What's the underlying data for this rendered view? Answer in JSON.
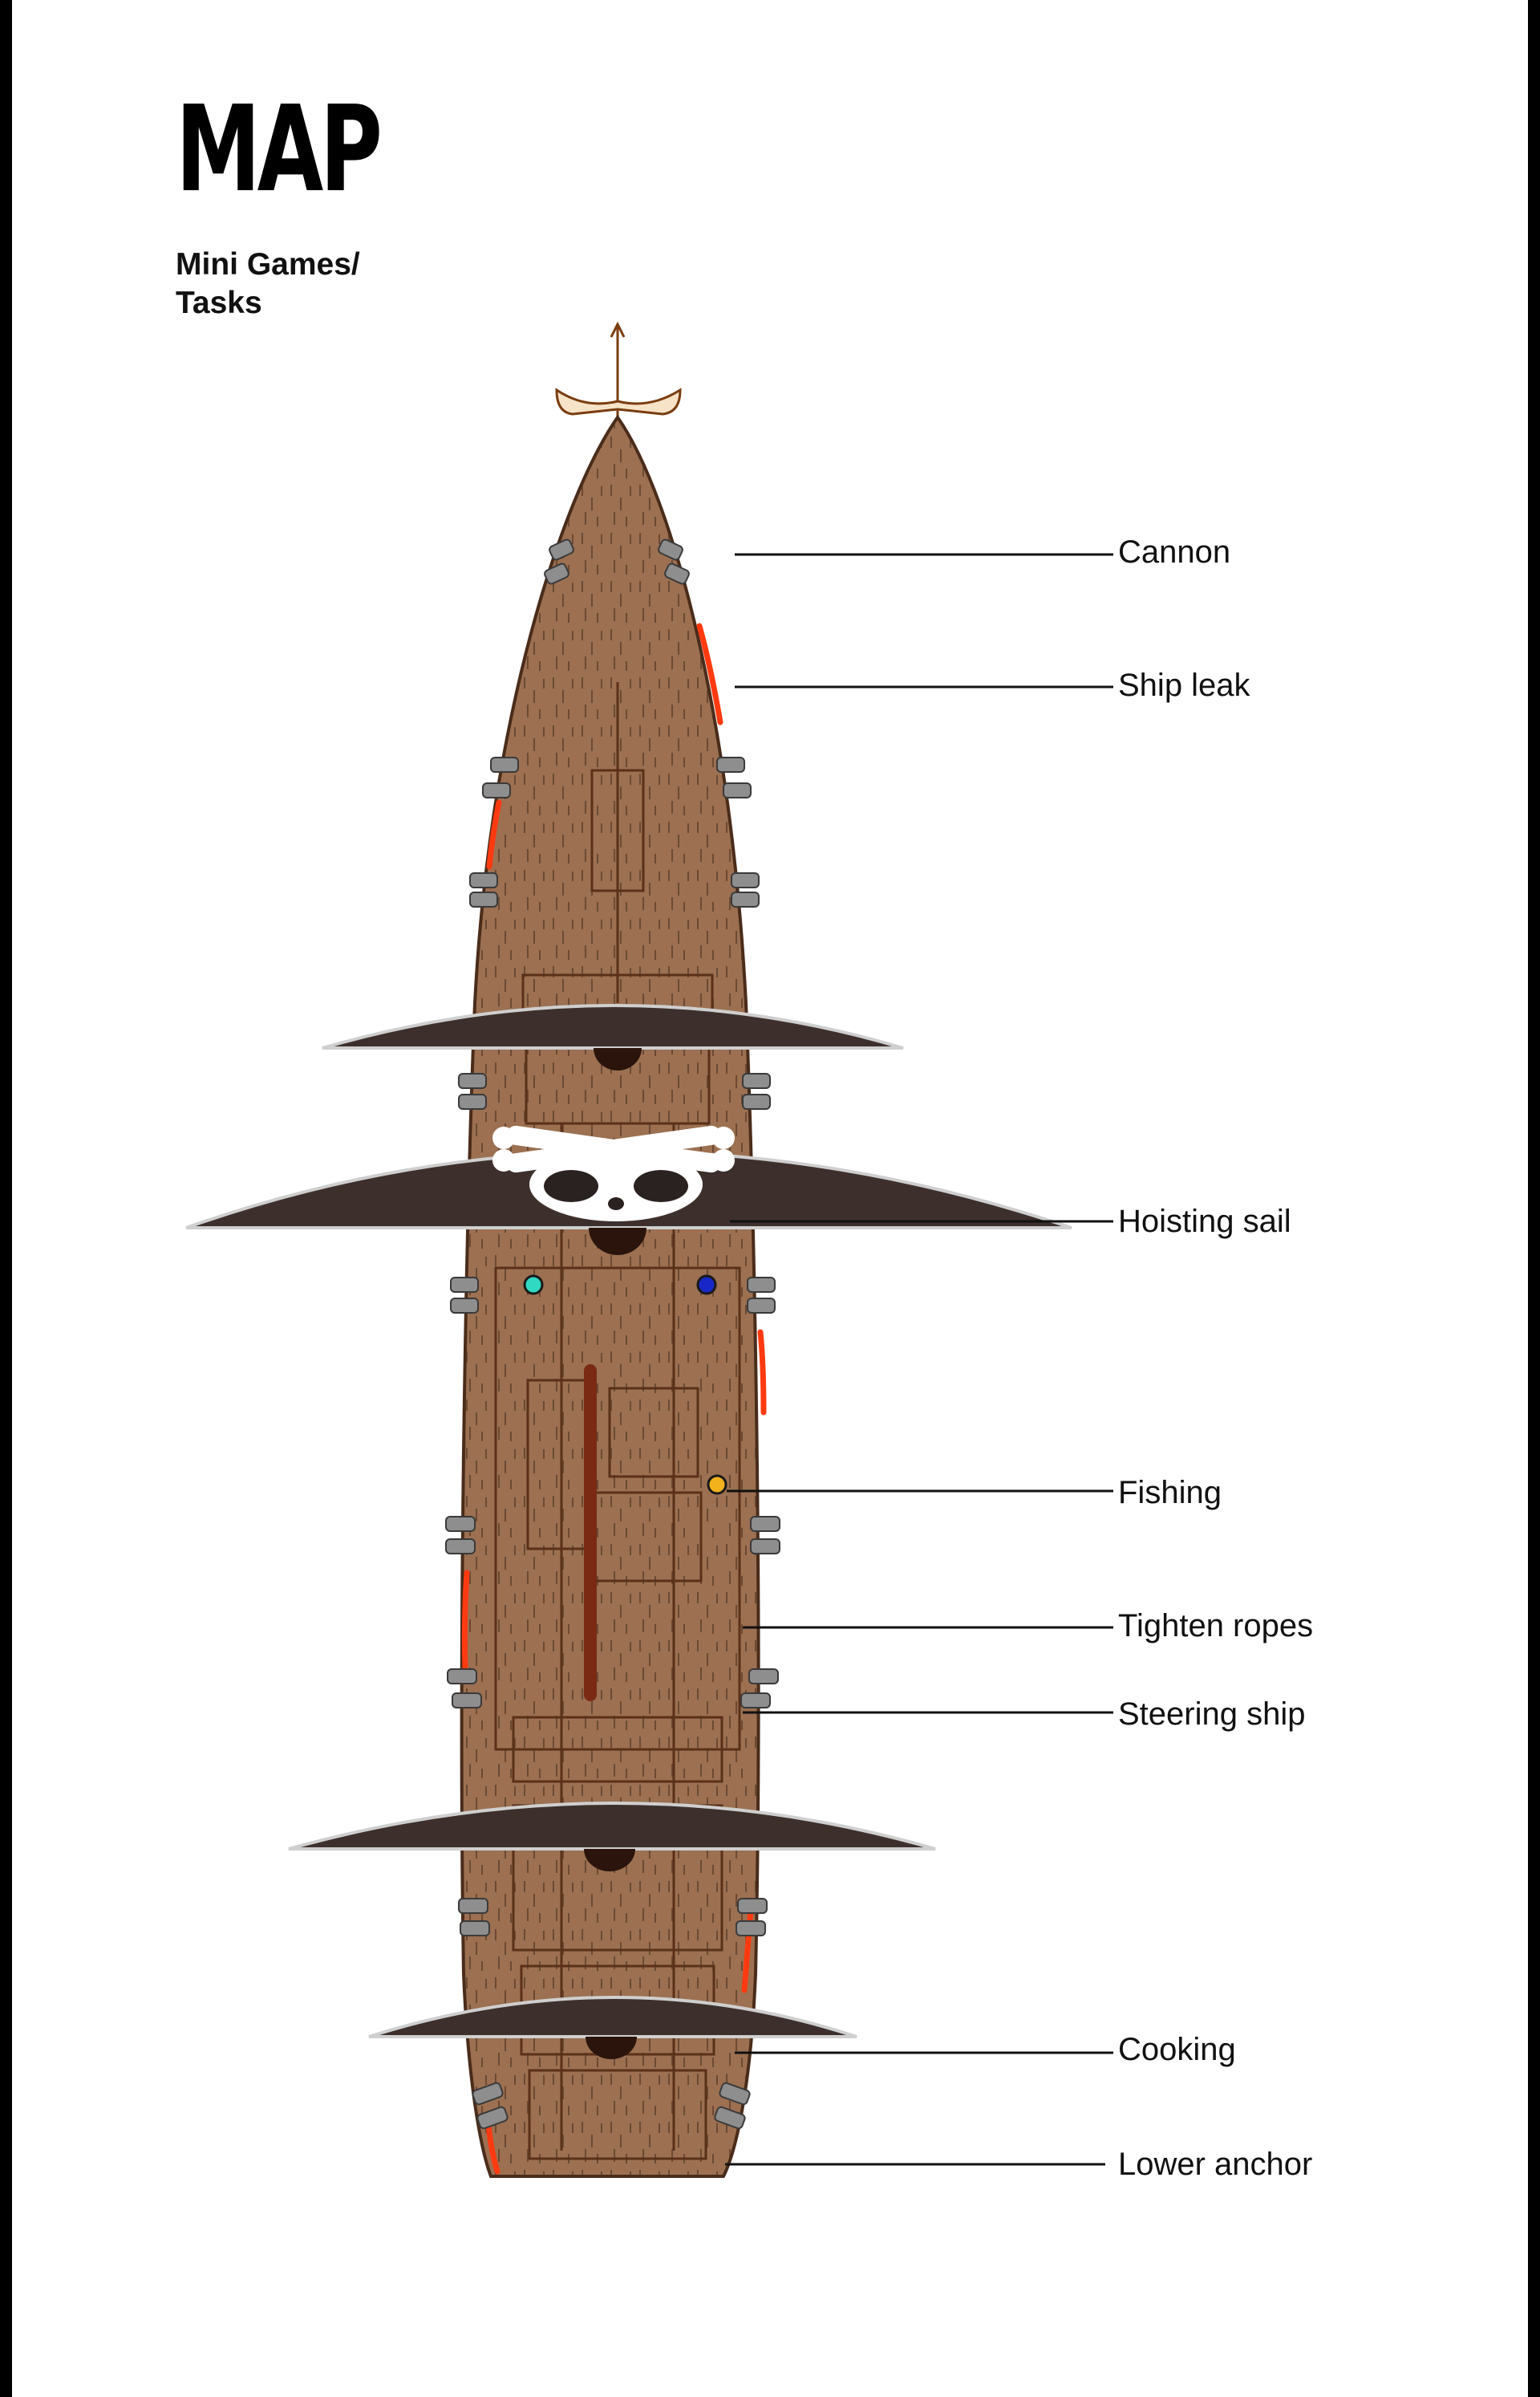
{
  "header": {
    "title": "MAP",
    "subtitle_line1": "Mini Games/",
    "subtitle_line2": "Tasks"
  },
  "tasks": [
    {
      "label": "Cannon"
    },
    {
      "label": "Ship leak"
    },
    {
      "label": "Hoisting sail"
    },
    {
      "label": "Fishing"
    },
    {
      "label": "Tighten ropes"
    },
    {
      "label": "Steering ship"
    },
    {
      "label": "Cooking"
    },
    {
      "label": "Lower anchor"
    }
  ],
  "colors": {
    "background": "#ffffff",
    "border": "#000000",
    "hull": "#9c7051",
    "hull_outline": "#4a2c1a",
    "sail": "#3d302c",
    "leak": "#ff3a10",
    "cannon": "#8e8e8e",
    "marker_cyan": "#2fd9c2",
    "marker_blue": "#1828c8",
    "marker_yellow": "#f2b21c"
  },
  "icons": [
    "skull-and-crossbones-icon",
    "cannon-icon",
    "anchor-icon"
  ]
}
